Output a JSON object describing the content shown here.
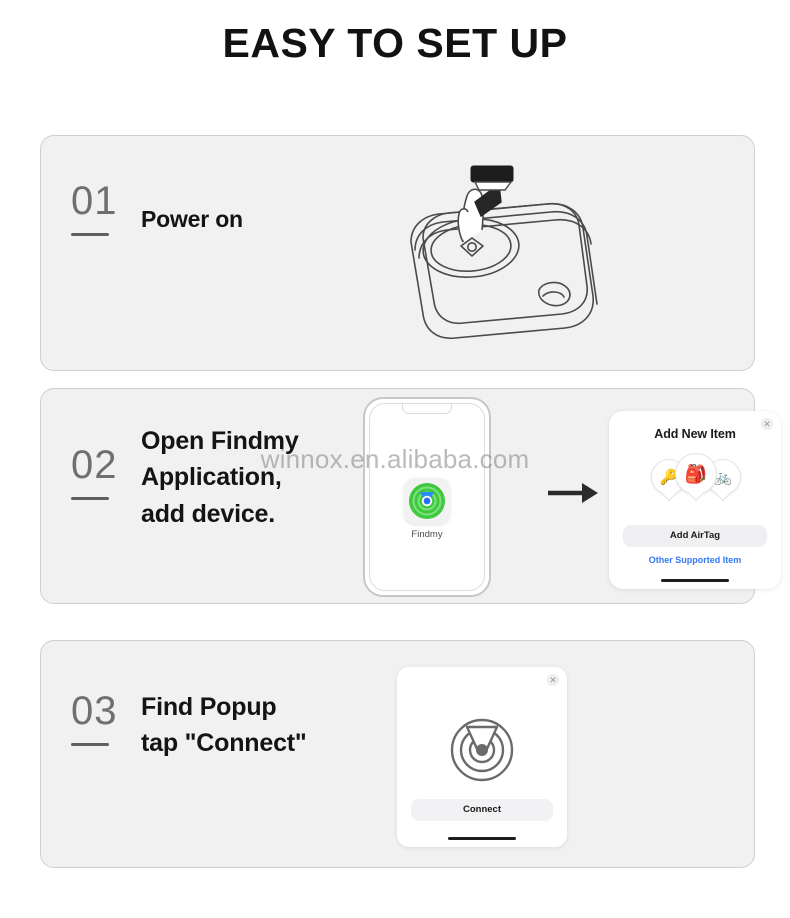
{
  "page": {
    "title": "EASY TO SET UP",
    "watermark": "winnox.en.alibaba.com",
    "accent_blue": "#3478f6",
    "card_bg": "#f1f1f1",
    "card_border": "#cfcfcf",
    "number_color": "#6f6f6f"
  },
  "steps": [
    {
      "number": "01",
      "text": "Power on",
      "illustration": "tracker-device-press-button"
    },
    {
      "number": "02",
      "line1": "Open Findmy",
      "line2": "Application,",
      "line3": "add device.",
      "illustration": "phone-and-add-item-dialog"
    },
    {
      "number": "03",
      "line1": "Find  Popup",
      "line2": "tap \"Connect\"",
      "illustration": "connect-popup"
    }
  ],
  "phone": {
    "app_label": "Findmy",
    "app_icon": "findmy-radar-icon"
  },
  "arrow": {
    "icon": "arrow-right-icon"
  },
  "add_item_dialog": {
    "title": "Add New Item",
    "close_icon": "close-icon",
    "items": [
      {
        "name": "key-pin-icon",
        "glyph": "🔑"
      },
      {
        "name": "backpack-pin-icon",
        "glyph": "🎒"
      },
      {
        "name": "bicycle-pin-icon",
        "glyph": "🚲"
      }
    ],
    "primary_button": "Add AirTag",
    "link": "Other Supported Item"
  },
  "connect_popup": {
    "close_icon": "close-icon",
    "logo": "findmy-radar-outline",
    "button": "Connect"
  }
}
